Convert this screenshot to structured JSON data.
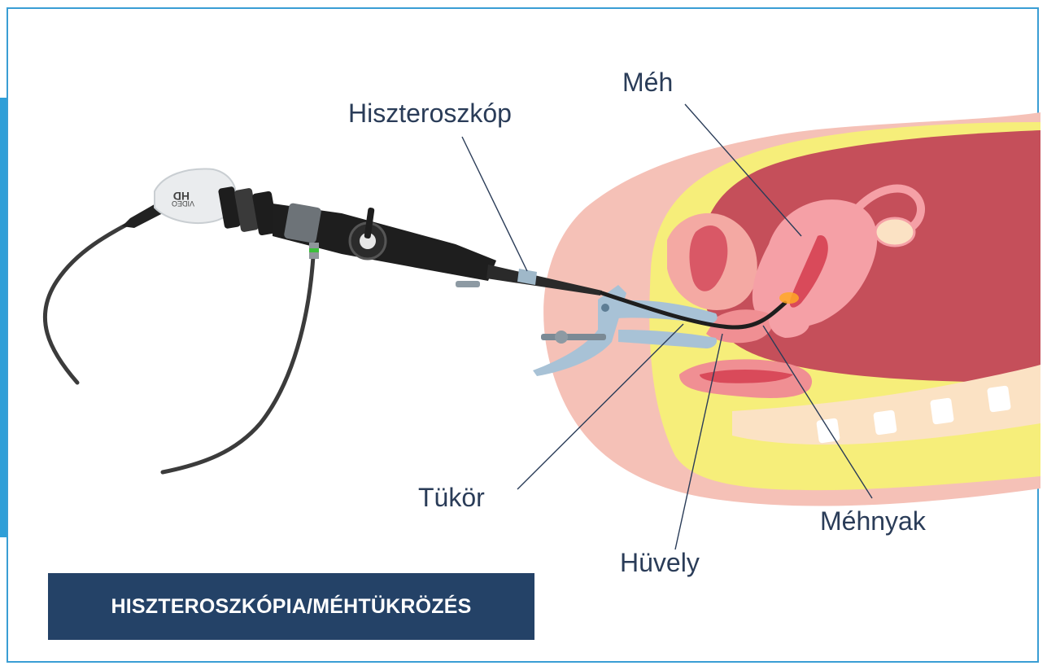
{
  "title": "HISZTEROSZKÓPIA/MÉHTÜKRÖZÉS",
  "labels": {
    "hysteroscope": "Hiszteroszkóp",
    "uterus": "Méh",
    "speculum": "Tükör",
    "vagina": "Hüvely",
    "cervix": "Méhnyak"
  },
  "device_text": {
    "hd": "HD",
    "video": "VIDEO"
  },
  "colors": {
    "frame": "#3a9ed4",
    "title_bg": "#244267",
    "title_text": "#ffffff",
    "label_text": "#2a3c58",
    "uterus_dark": "#c54f5a",
    "fat_yellow": "#f6ee7a",
    "skin_pink": "#f5c1b7"
  }
}
